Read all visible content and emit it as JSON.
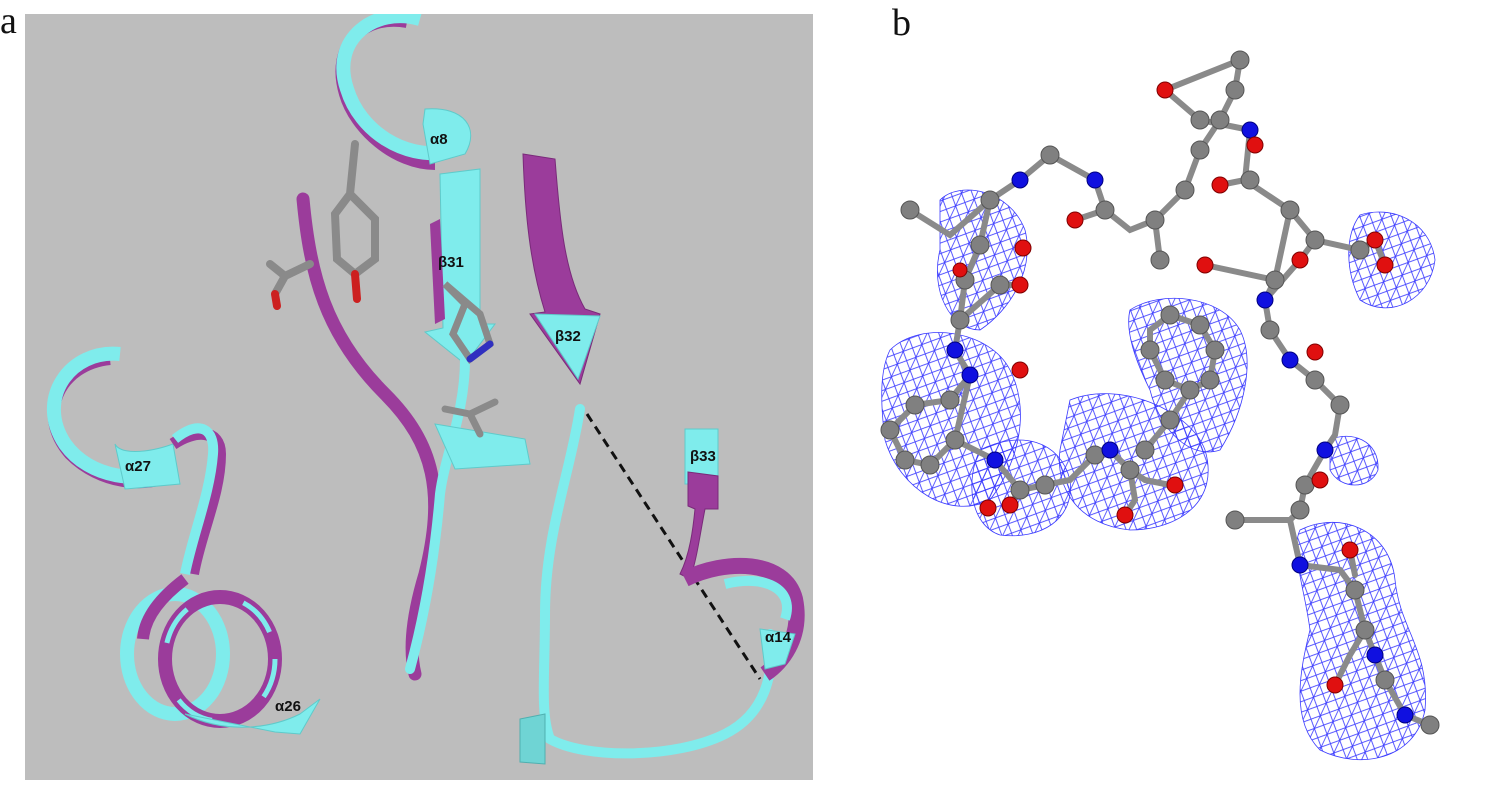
{
  "panels": {
    "a": {
      "letter": "a"
    },
    "b": {
      "letter": "b"
    }
  },
  "labels": {
    "alpha8": "α8",
    "beta31": "β31",
    "beta32": "β32",
    "beta33": "β33",
    "alpha27": "α27",
    "alpha26": "α26",
    "alpha14": "α14"
  },
  "colors": {
    "background_a": "#bdbdbd",
    "ribbon_cyan": "#7fecec",
    "ribbon_purple": "#9b3c9b",
    "atom_carbon": "#808080",
    "atom_nitrogen": "#1010e0",
    "atom_oxygen": "#e01010",
    "density_mesh": "#3a3aff"
  }
}
